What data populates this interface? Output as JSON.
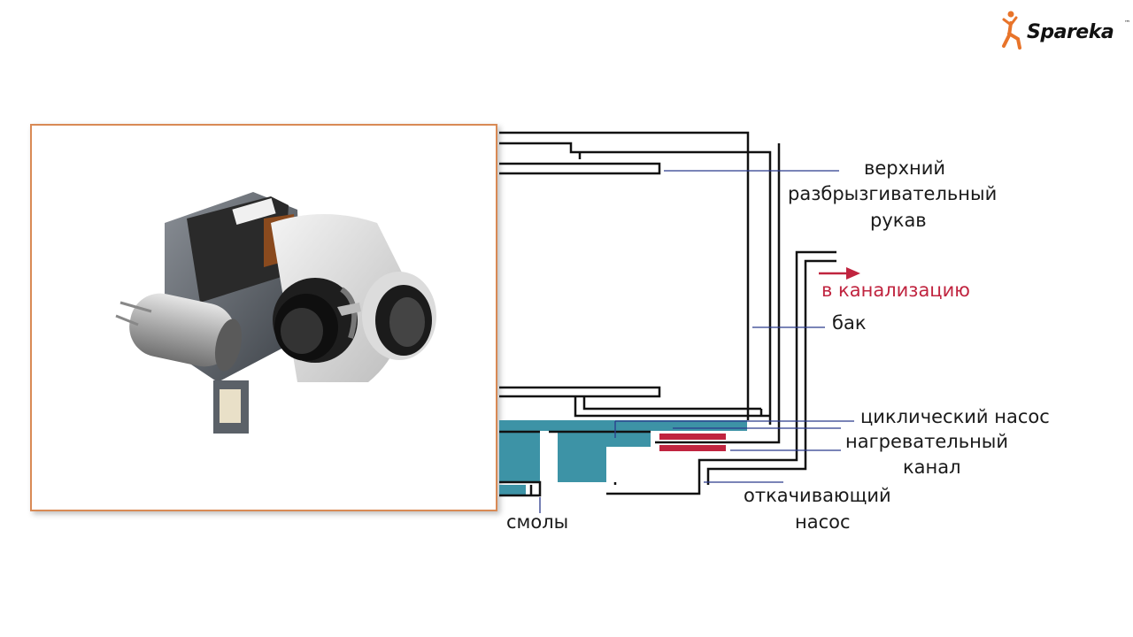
{
  "brand": {
    "name": "Spareka",
    "tm": "™"
  },
  "labels": {
    "upper_arm_l1": "верхний",
    "upper_arm_l2": "разбрызгивательный",
    "upper_arm_l3": "рукав",
    "drain": "в канализацию",
    "tank": "бак",
    "circulation_pump": "циклический насос",
    "heating_l1": "нагревательный",
    "heating_l2": "канал",
    "drain_pump_l1": "откачивающий",
    "drain_pump_l2": "насос",
    "resins": "смолы"
  },
  "colors": {
    "water": "#3d93a6",
    "heater": "#c0243f",
    "leader": "#2b3a8c",
    "pipe": "#111111",
    "frame": "#d98a55"
  },
  "icons": {
    "logo": "running-person-icon",
    "arrow": "arrow-right-icon"
  }
}
